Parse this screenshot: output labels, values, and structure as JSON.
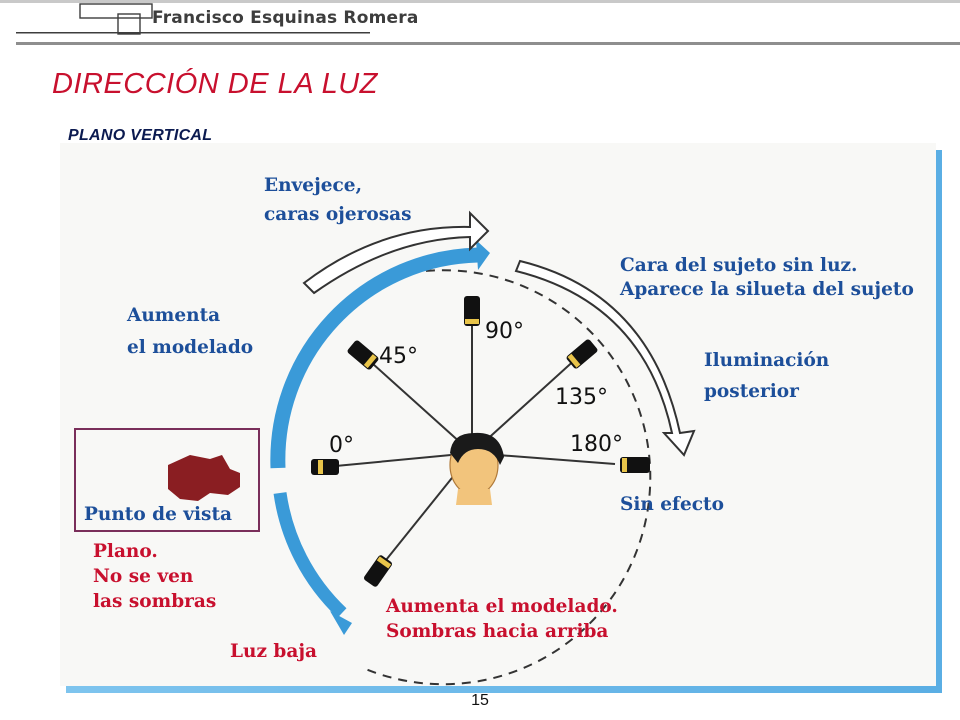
{
  "header": {
    "author": "Francisco Esquinas Romera"
  },
  "slide": {
    "title": "DIRECCIÓN DE LA LUZ",
    "subtitle": "PLANO VERTICAL",
    "page_number": "15"
  },
  "diagram": {
    "angles": {
      "a0": "0°",
      "a45": "45°",
      "a90": "90°",
      "a135": "135°",
      "a180": "180°"
    },
    "labels": {
      "envejece_1": "Envejece,",
      "envejece_2": "caras ojerosas",
      "aumenta_1": "Aumenta",
      "aumenta_2": "el modelado",
      "cara_1": "Cara del sujeto sin luz.",
      "cara_2": "Aparece la silueta del sujeto",
      "ilum_1": "Iluminación",
      "ilum_2": "posterior",
      "punto_vista": "Punto de vista",
      "plano_1": "Plano.",
      "plano_2": "No se ven",
      "plano_3": "las sombras",
      "sin_efecto": "Sin efecto",
      "aumenta_mod_1": "Aumenta el modelado.",
      "aumenta_mod_2": "Sombras hacia arriba",
      "luz_baja": "Luz baja"
    },
    "colors": {
      "blue_text": "#1d4f9a",
      "arrow_blue": "#3a9ad8",
      "title_red": "#c8102e",
      "face_skin": "#f2c47c",
      "camera": "#8a1e22"
    }
  }
}
